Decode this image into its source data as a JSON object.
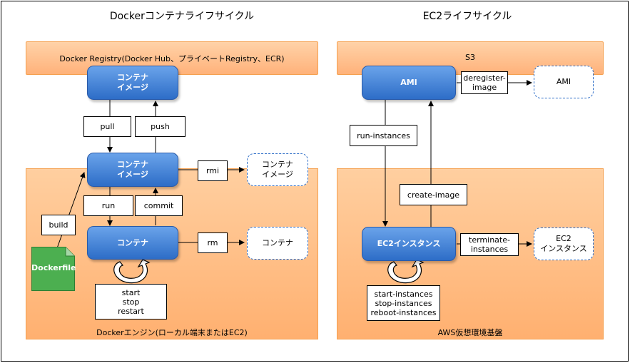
{
  "titles": {
    "docker": "Dockerコンテナライフサイクル",
    "ec2": "EC2ライフサイクル"
  },
  "docker": {
    "registry_label": "Docker Registry(Docker Hub、プライベートRegistry、ECR)",
    "engine_label": "Dockerエンジン(ローカル端末またはEC2)",
    "image_registry": "コンテナ\nイメージ",
    "image_local": "コンテナ\nイメージ",
    "container": "コンテナ",
    "removed_image": "コンテナ\nイメージ",
    "removed_container": "コンテナ",
    "dockerfile": "Dockerfile",
    "commands": {
      "pull": "pull",
      "push": "push",
      "rmi": "rmi",
      "run": "run",
      "commit": "commit",
      "build": "build",
      "rm": "rm",
      "lifecycle": "start\nstop\nrestart"
    }
  },
  "ec2": {
    "s3_label": "S3",
    "aws_label": "AWS仮想環境基盤",
    "ami": "AMI",
    "removed_ami": "AMI",
    "instance": "EC2インスタンス",
    "removed_instance": "EC2\nインスタンス",
    "commands": {
      "deregister": "deregister-\nimage",
      "run_instances": "run-instances",
      "create_image": "create-image",
      "terminate": "terminate-\ninstances",
      "lifecycle": "start-instances\nstop-instances\nreboot-instances"
    }
  },
  "colors": {
    "orange_fill": "#ffb27a",
    "orange_border": "#f5a04f",
    "blue_node": "#2d6dc7",
    "dockerfile_green": "#4caf50"
  }
}
